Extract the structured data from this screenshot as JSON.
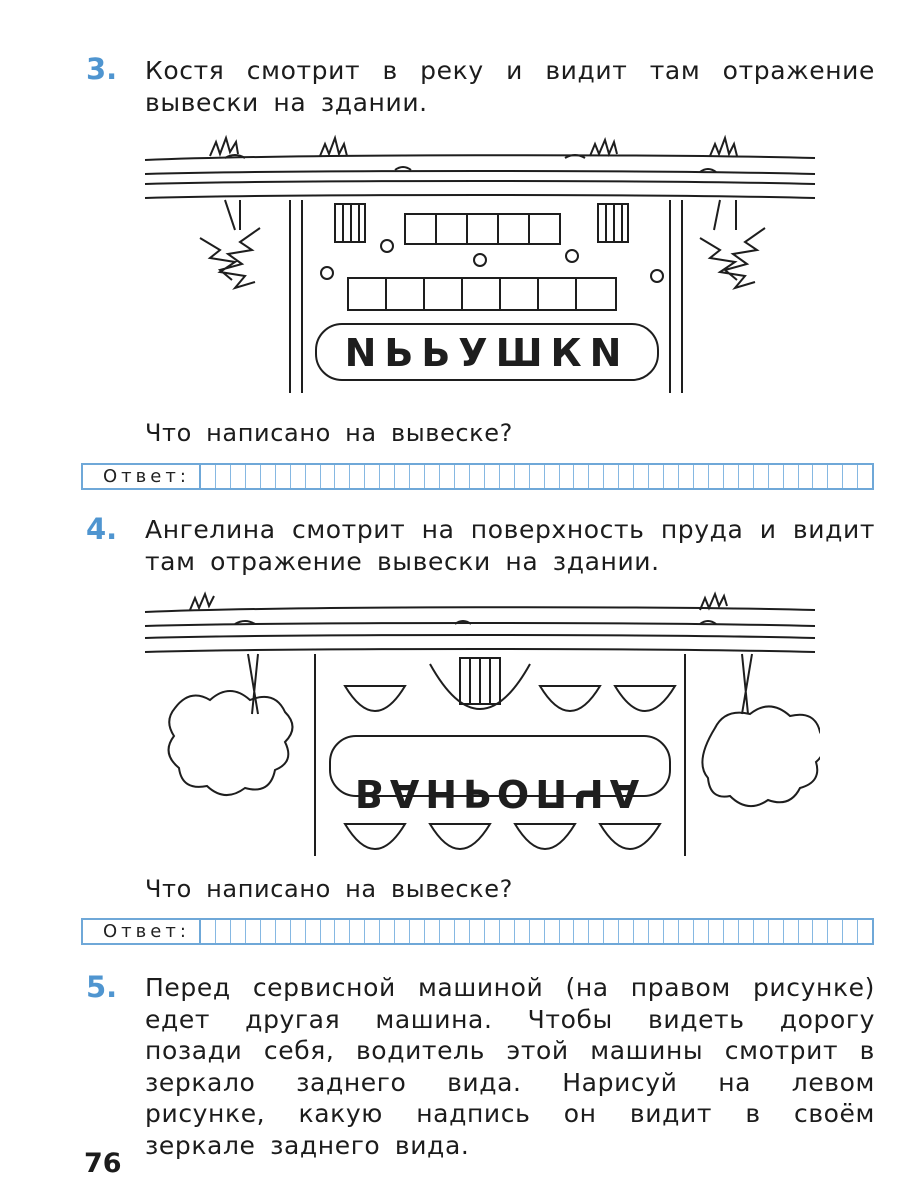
{
  "task3": {
    "number": "3.",
    "text": "Костя смотрит в реку и видит там отражение вывески на здании.",
    "question": "Что написано на вывеске?",
    "sign": "NЬЬУШКN",
    "answer_label": "Ответ:"
  },
  "task4": {
    "number": "4.",
    "text": "Ангелина смотрит на поверхность пруда и видит там отражение вывески на здании.",
    "question": "Что написано на вывеске?",
    "sign": "ВАНРОПЧА",
    "answer_label": "Ответ:"
  },
  "task5": {
    "number": "5.",
    "text": "Перед сервисной машиной (на правом рисунке) едет другая машина. Чтобы видеть дорогу позади себя, водитель этой машины смотрит в зеркало заднего вида. Нарисуй на левом рисунке, какую надпись он видит в своём зеркале заднего вида."
  },
  "page_number": "76",
  "colors": {
    "task_number": "#4f95d0",
    "answer_border": "#6fa8d8"
  }
}
